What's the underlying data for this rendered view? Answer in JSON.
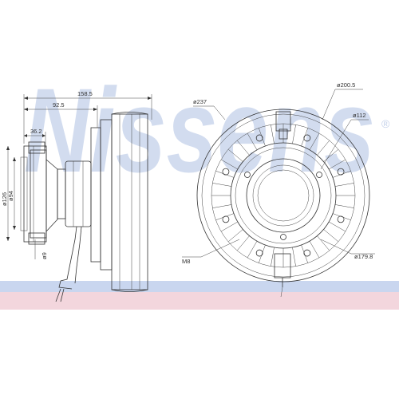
{
  "watermark": {
    "text": "Nissens",
    "registered": "®",
    "color": "#9db3dd"
  },
  "bands": {
    "blue": "#c9d6ef",
    "pink": "#f3d6dd"
  },
  "dimensions": {
    "overall_length": "158.5",
    "hub_length": "92.5",
    "flange_length": "36.2",
    "dia_outer_flange": "ø126",
    "dia_pilot": "ø94",
    "dia_hole": "ø9",
    "dia_fan": "ø237",
    "dia_bolt_circle": "ø200.5",
    "dia_center": "ø112",
    "dia_inner_ring": "ø179.8",
    "thread": "M8"
  }
}
